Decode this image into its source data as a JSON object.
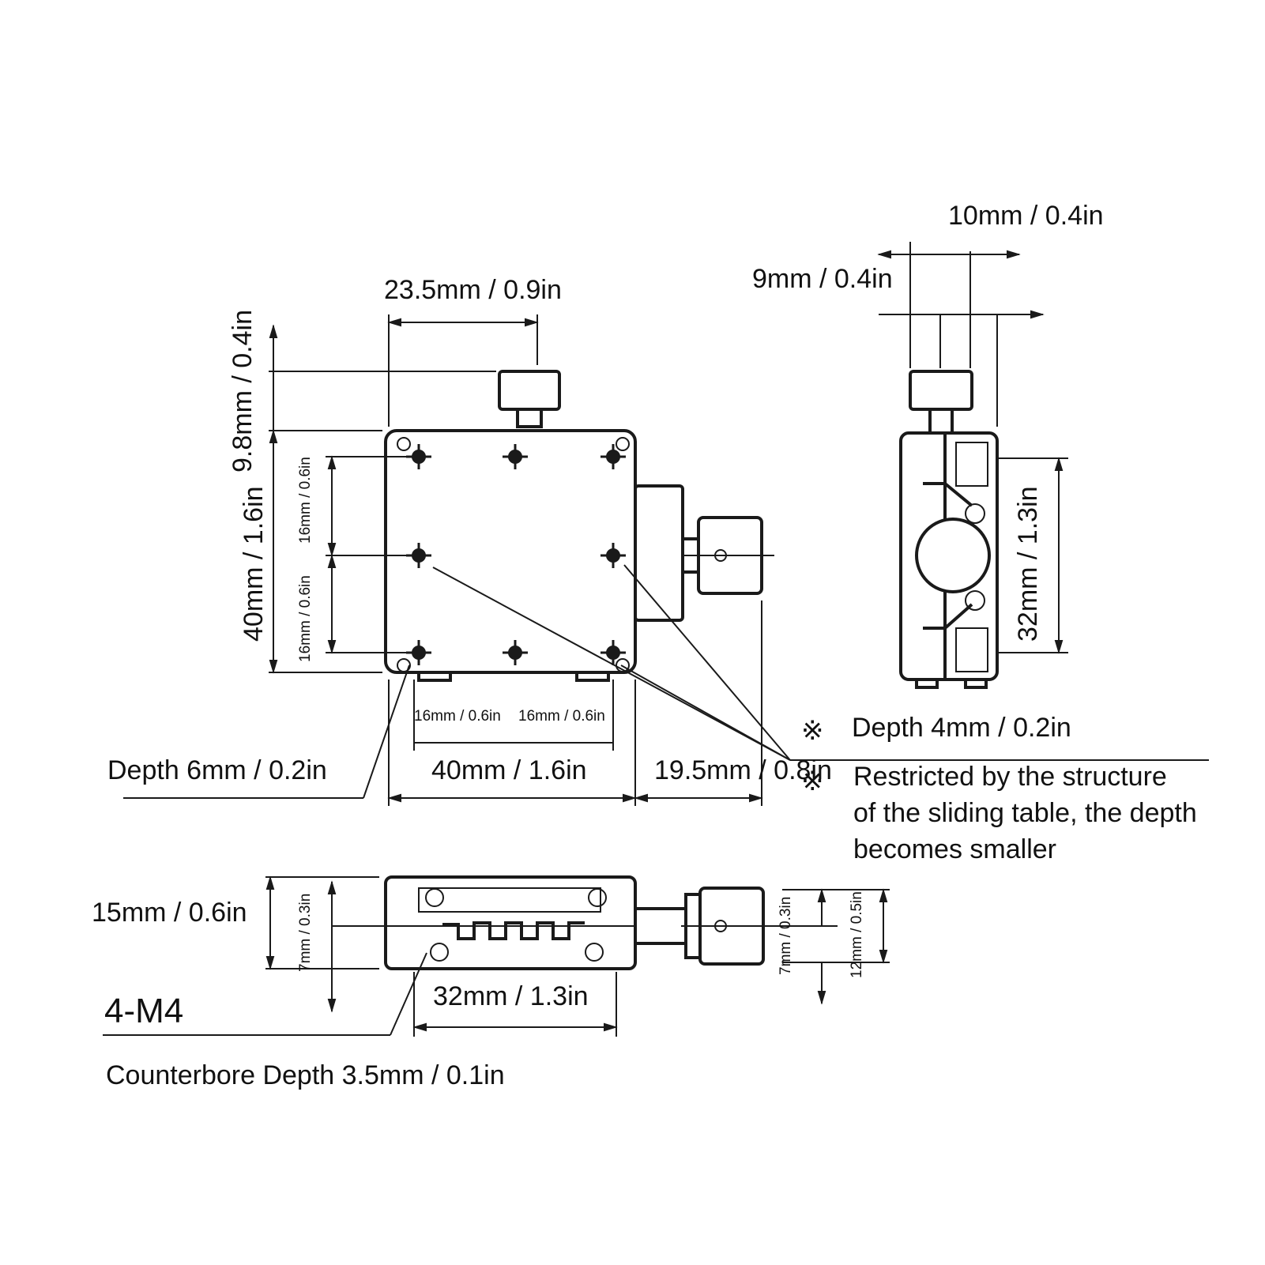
{
  "top_view": {
    "dim_width_23_5": "23.5mm / 0.9in",
    "dim_height_9_8": "9.8mm / 0.4in",
    "dim_height_40": "40mm / 1.6in",
    "dim_hole_v1": "16mm / 0.6in",
    "dim_hole_v2": "16mm / 0.6in",
    "dim_hole_h1": "16mm / 0.6in",
    "dim_hole_h2": "16mm / 0.6in",
    "dim_width_40": "40mm / 1.6in",
    "dim_knob_19_5": "19.5mm / 0.8in",
    "note_depth_6": "Depth 6mm / 0.2in"
  },
  "side_view": {
    "dim_10": "10mm / 0.4in",
    "dim_9": "9mm / 0.4in",
    "dim_32": "32mm / 1.3in"
  },
  "notes": {
    "mark_symbol": "※",
    "depth_4": "Depth 4mm / 0.2in",
    "restricted_line1": "Restricted by the structure",
    "restricted_line2": "of the sliding table, the depth",
    "restricted_line3": "becomes smaller"
  },
  "front_view": {
    "dim_15": "15mm / 0.6in",
    "dim_7_left": "7mm / 0.3in",
    "dim_7_right": "7mm / 0.3in",
    "dim_12": "12mm / 0.5in",
    "dim_32": "32mm / 1.3in",
    "label_thread": "4-M4",
    "note_counterbore": "Counterbore Depth 3.5mm / 0.1in"
  }
}
